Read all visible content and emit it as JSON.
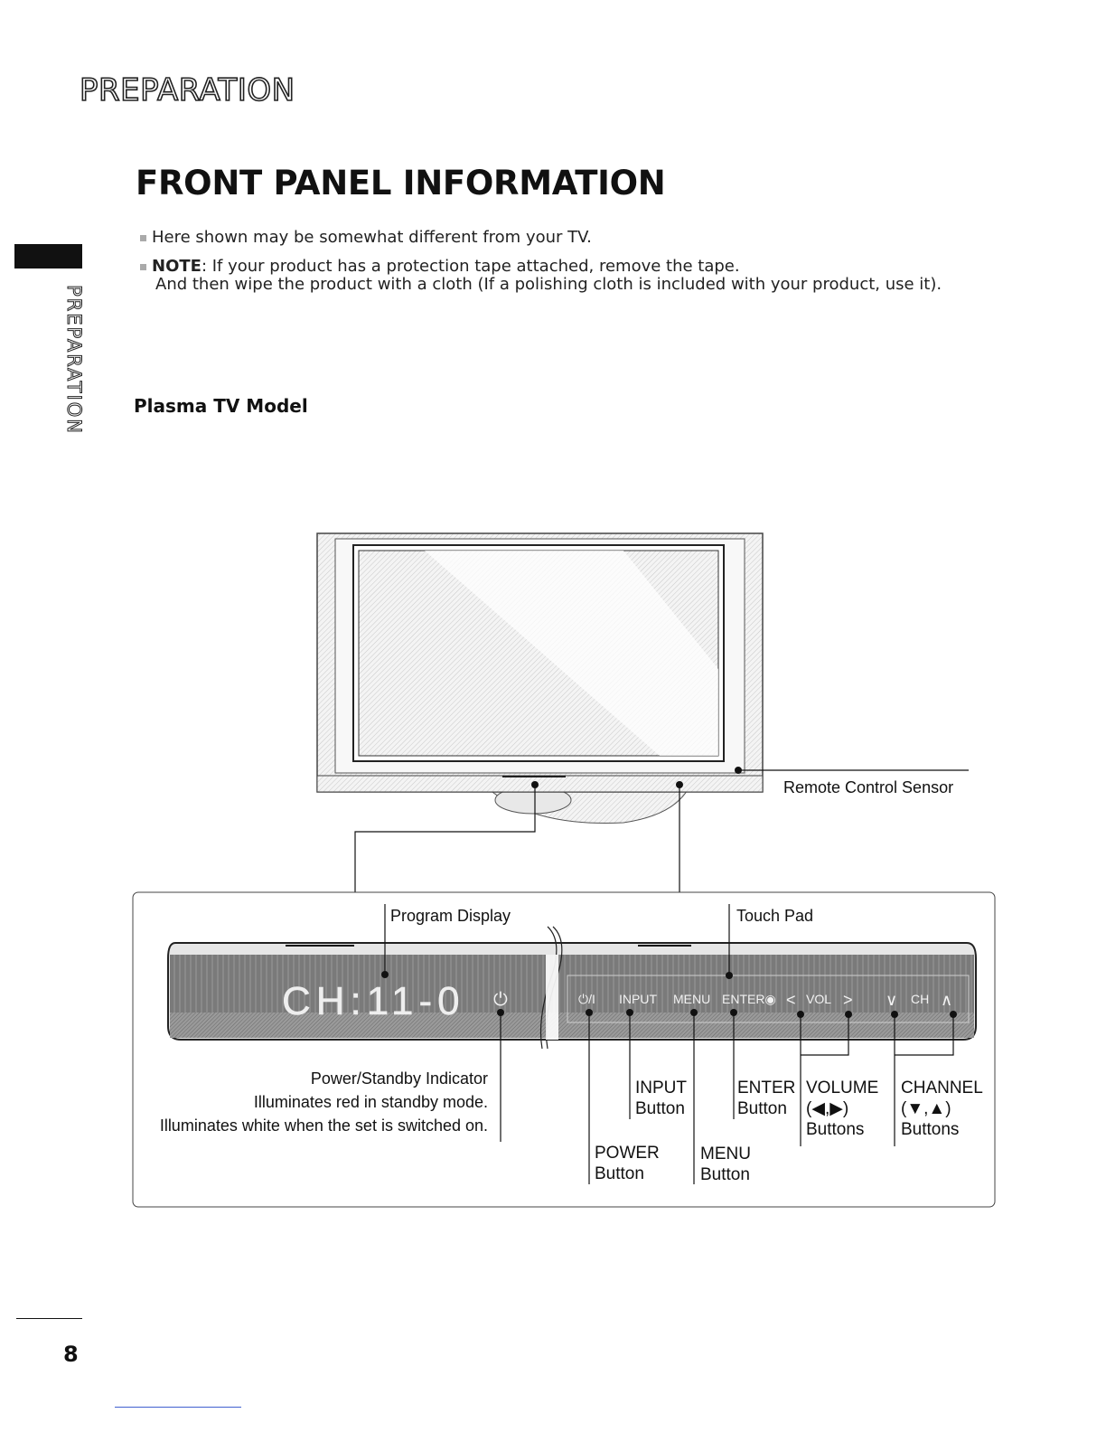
{
  "header": {
    "section": "PREPARATION",
    "side_tab": "PREPARATION"
  },
  "title": "FRONT PANEL INFORMATION",
  "notes": [
    {
      "text": "Here shown may be somewhat different from your TV."
    },
    {
      "bold": "NOTE",
      "text": ": If your product has a protection tape attached, remove the tape.",
      "continuation": "And then wipe the product with a cloth (If a polishing cloth is included with your product, use it)."
    }
  ],
  "model_label": "Plasma TV Model",
  "callouts": {
    "remote_sensor": "Remote Control Sensor",
    "program_display": "Program Display",
    "touch_pad": "Touch Pad"
  },
  "panel": {
    "display_readout": "CH:11-0",
    "buttons": [
      "⏻/I",
      "INPUT",
      "MENU",
      "ENTER◉",
      "<",
      "VOL",
      ">",
      "∨",
      "CH",
      "∧"
    ]
  },
  "indicator": {
    "title": "Power/Standby Indicator",
    "line1": "Illuminates red in standby mode.",
    "line2": "Illuminates white when the set is switched on."
  },
  "labels": {
    "input": [
      "INPUT",
      "Button"
    ],
    "enter": [
      "ENTER",
      "Button"
    ],
    "volume": [
      "VOLUME",
      "(◀,▶)",
      "Buttons"
    ],
    "channel": [
      "CHANNEL",
      "(▼,▲)",
      "Buttons"
    ],
    "power": [
      "POWER",
      "Button"
    ],
    "menu": [
      "MENU",
      "Button"
    ]
  },
  "page_number": "8"
}
